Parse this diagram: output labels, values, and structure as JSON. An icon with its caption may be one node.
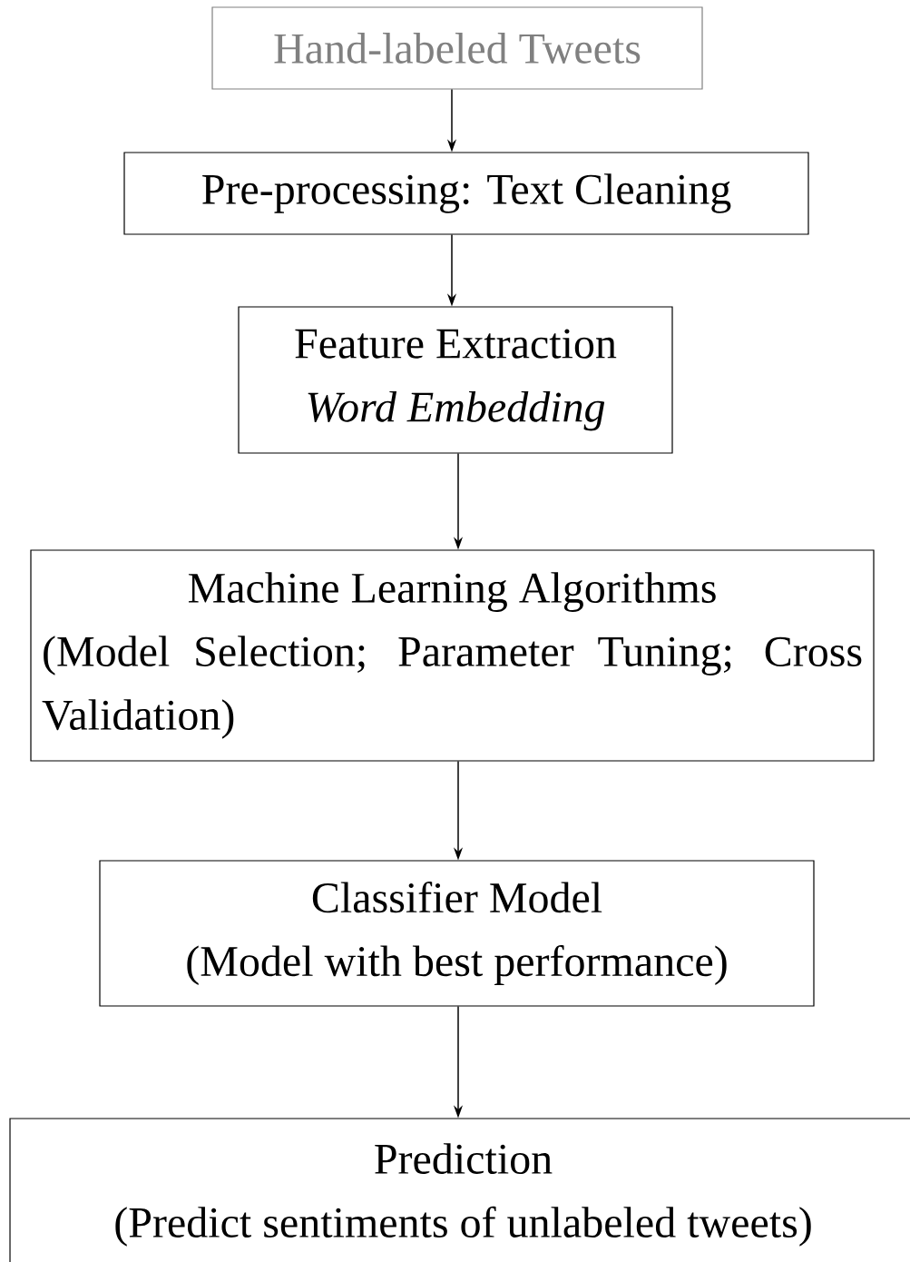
{
  "diagram": {
    "nodes": [
      {
        "text": [
          "Hand-labeled Tweets"
        ]
      },
      {
        "text": [
          "Pre-processing: Text Cleaning"
        ]
      },
      {
        "text": [
          "Feature Extraction",
          "Word Embedding"
        ]
      },
      {
        "text": [
          "Machine Learning Algorithms",
          "(Model Selection; Parameter Tuning; Cross Validation)"
        ]
      },
      {
        "text": [
          "Classifier Model",
          "(Model with best performance)"
        ]
      },
      {
        "text": [
          "Prediction",
          "(Predict sentiments of unlabeled tweets)"
        ]
      }
    ],
    "edges": [
      {
        "from": 0,
        "to": 1,
        "arrow": "to"
      },
      {
        "from": 1,
        "to": 2,
        "arrow": "to"
      },
      {
        "from": 2,
        "to": 3,
        "arrow": "to"
      },
      {
        "from": 3,
        "to": 4,
        "arrow": "to"
      },
      {
        "from": 4,
        "to": 5,
        "arrow": "to"
      }
    ]
  }
}
